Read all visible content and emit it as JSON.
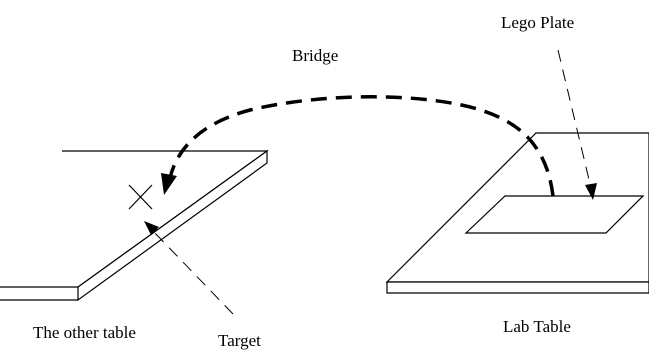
{
  "labels": {
    "bridge": "Bridge",
    "lego_plate": "Lego Plate",
    "other_table": "The other table",
    "target": "Target",
    "lab_table": "Lab Table"
  },
  "colors": {
    "stroke": "#000000",
    "background": "#ffffff"
  }
}
